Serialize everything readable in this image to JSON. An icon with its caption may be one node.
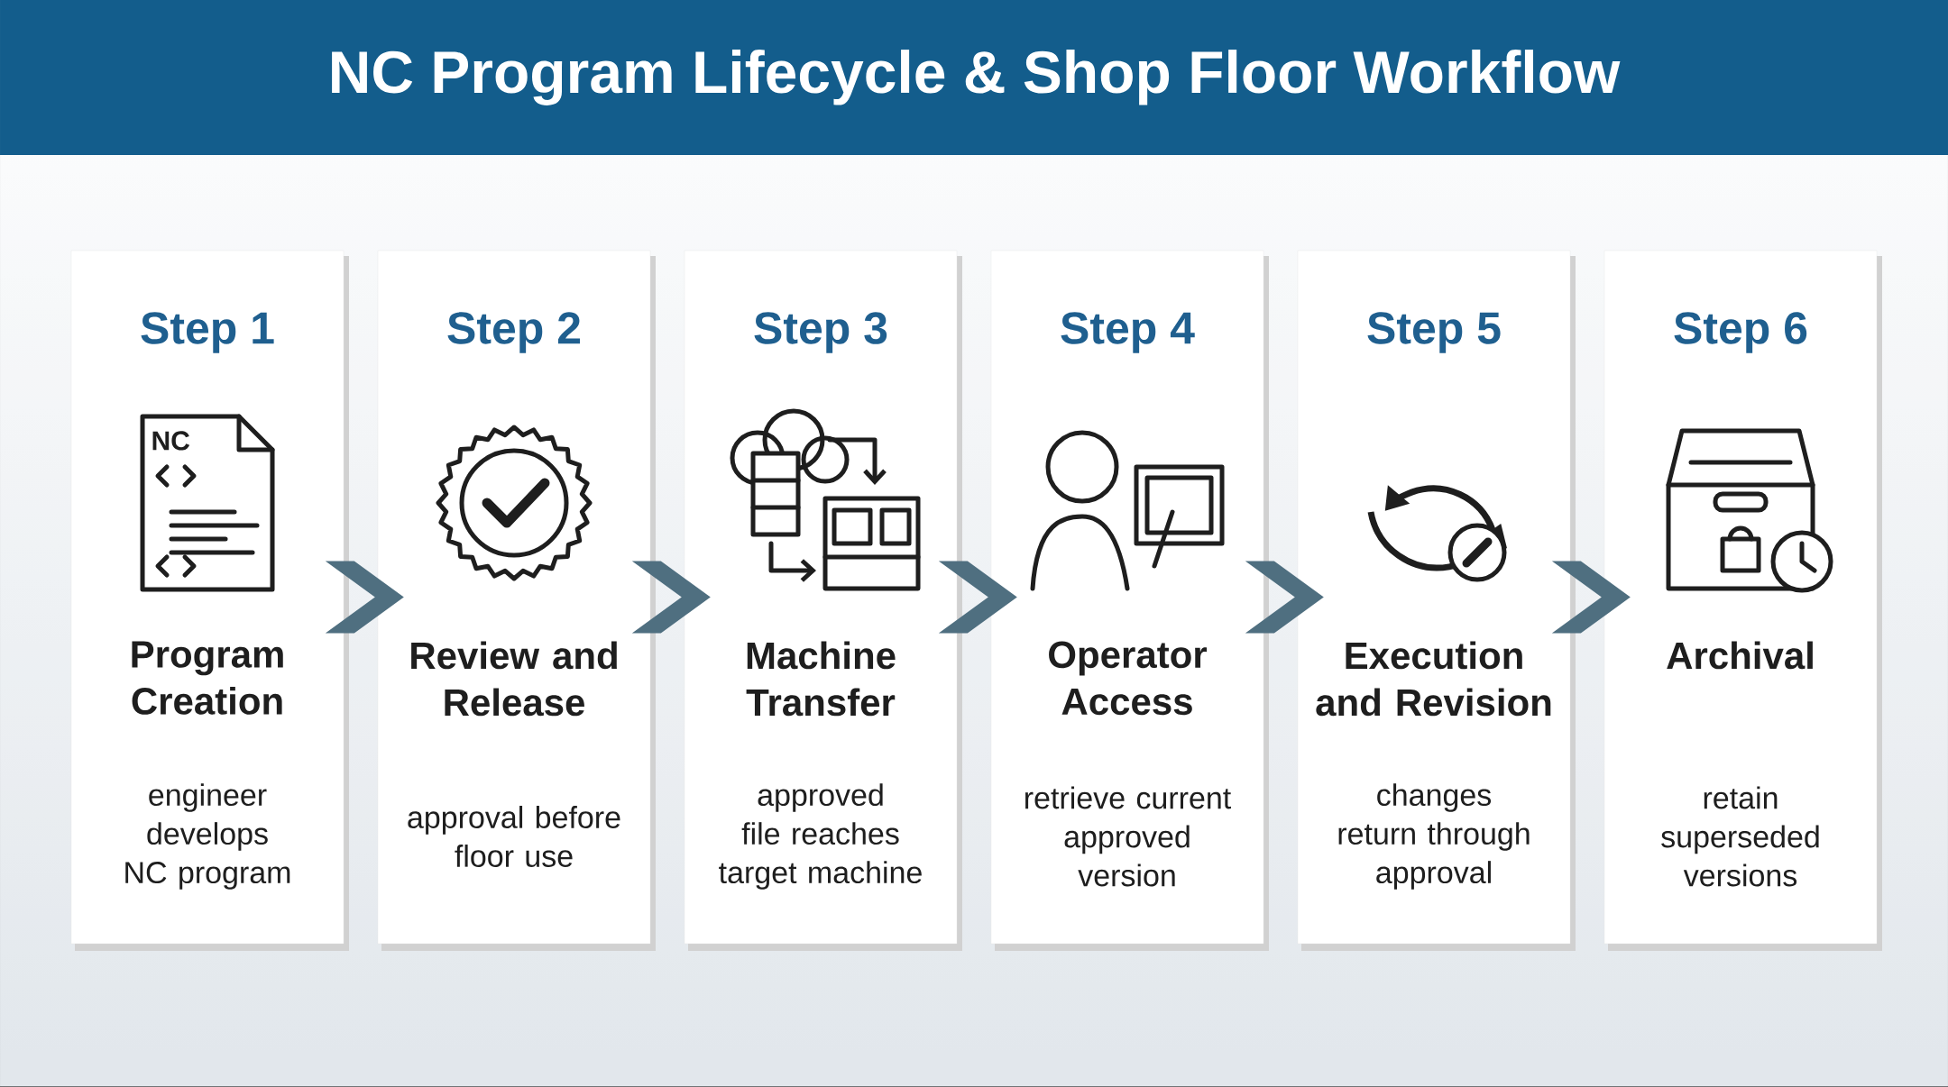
{
  "diagram": {
    "title": "NC Program Lifecycle & Shop Floor Workflow",
    "nodes": [
      {
        "text": [
          "Step 1",
          "Program Creation",
          "engineer develops NC program"
        ]
      },
      {
        "text": [
          "Step 2",
          "Review and Release",
          "approval before floor use"
        ]
      },
      {
        "text": [
          "Step 3",
          "Machine Transfer",
          "approved file reaches target machine"
        ]
      },
      {
        "text": [
          "Step 4",
          "Operator Access",
          "retrieve current approved version"
        ]
      },
      {
        "text": [
          "Step 5",
          "Execution and Revision",
          "changes return through approval"
        ]
      },
      {
        "text": [
          "Step 6",
          "Archival",
          "retain superseded versions"
        ]
      }
    ],
    "edges": [
      {
        "from": 0,
        "to": 1,
        "arrow": "to"
      },
      {
        "from": 1,
        "to": 2,
        "arrow": "to"
      },
      {
        "from": 2,
        "to": 3,
        "arrow": "to"
      },
      {
        "from": 3,
        "to": 4,
        "arrow": "to"
      },
      {
        "from": 4,
        "to": 5,
        "arrow": "to"
      }
    ],
    "labels": [
      "NC"
    ]
  }
}
